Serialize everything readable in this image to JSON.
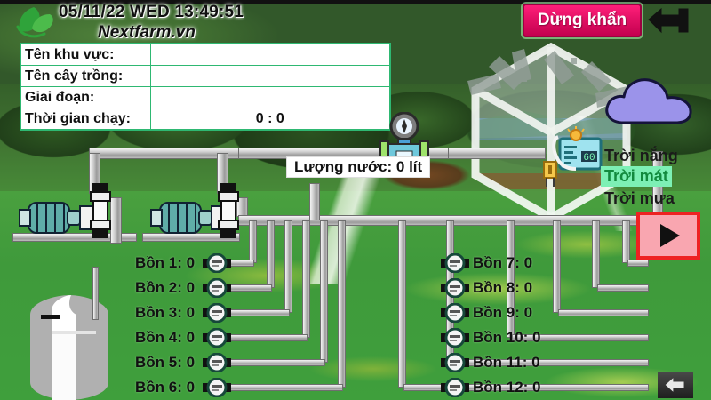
{
  "header": {
    "datetime": "05/11/22 WED 13:49:51",
    "brand": "Nextfarm.vn",
    "logo_icon": "green-leaf-logo",
    "stop_button": "Dừng khẩn",
    "back_icon": "back-arrow-icon"
  },
  "info_table": {
    "rows": [
      {
        "label": "Tên khu vực:",
        "value": ""
      },
      {
        "label": "Tên cây trồng:",
        "value": ""
      },
      {
        "label": "Giai đoạn:",
        "value": ""
      },
      {
        "label": "Thời gian chạy:",
        "value": "0 : 0"
      }
    ]
  },
  "water": {
    "label": "Lượng nước: 0 lít",
    "flowmeter_icon": "flow-meter-gauge-icon"
  },
  "weather": {
    "cloud_icon": "cloud-icon",
    "cloud_color": "#9b93ea",
    "sensor_icon": "weather-sensor-icon",
    "sensor_reading": "60",
    "options": [
      {
        "label": "Trời nắng",
        "selected": false
      },
      {
        "label": "Trời mát",
        "selected": true
      },
      {
        "label": "Trời mưa",
        "selected": false
      }
    ],
    "selected_bg": "#7df0b5",
    "selected_fg": "#128a3e"
  },
  "controls": {
    "play_icon": "play-triangle-icon",
    "play_border_color": "#ee2222",
    "play_bg_color": "#f9a6b0",
    "back_icon": "back-arrow-icon"
  },
  "tanks_left": [
    {
      "label": "Bồn 1: 0"
    },
    {
      "label": "Bồn 2: 0"
    },
    {
      "label": "Bồn 3: 0"
    },
    {
      "label": "Bồn 4: 0"
    },
    {
      "label": "Bồn 5: 0"
    },
    {
      "label": "Bồn 6: 0"
    }
  ],
  "tanks_right": [
    {
      "label": "Bồn 7: 0"
    },
    {
      "label": "Bồn 8: 0"
    },
    {
      "label": "Bồn 9: 0"
    },
    {
      "label": "Bồn 10: 0"
    },
    {
      "label": "Bồn 11: 0"
    },
    {
      "label": "Bồn 12: 0"
    }
  ],
  "equipment": {
    "pump_left_icon": "pump-motor-icon",
    "pump_right_icon": "pump-motor-icon",
    "valve_left_icon": "valve-icon",
    "valve_right_icon": "valve-icon",
    "silo_icon": "water-tank-icon"
  }
}
